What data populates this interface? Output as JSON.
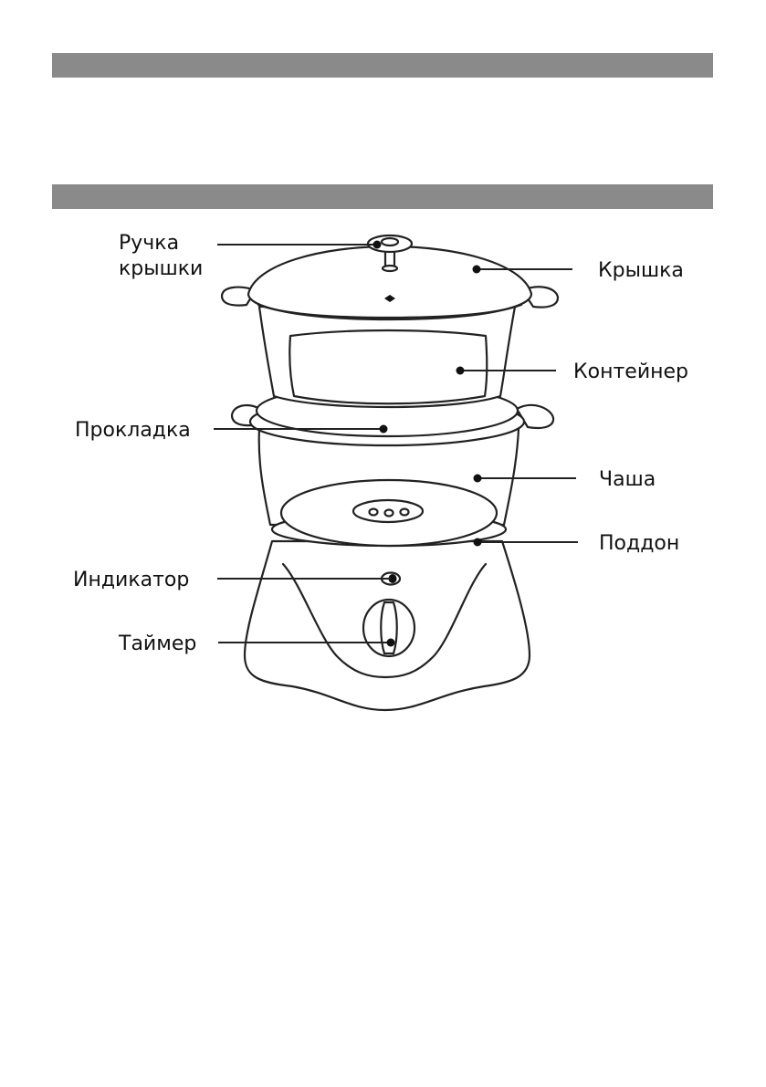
{
  "diagram": {
    "labels": {
      "lid_handle_line1": "Ручка",
      "lid_handle_line2": "крышки",
      "lid": "Крышка",
      "container": "Контейнер",
      "gasket": "Прокладка",
      "bowl": "Чаша",
      "tray": "Поддон",
      "indicator": "Индикатор",
      "timer": "Таймер"
    },
    "colors": {
      "header_bar": "#8a8a8a",
      "outline": "#222222"
    }
  }
}
